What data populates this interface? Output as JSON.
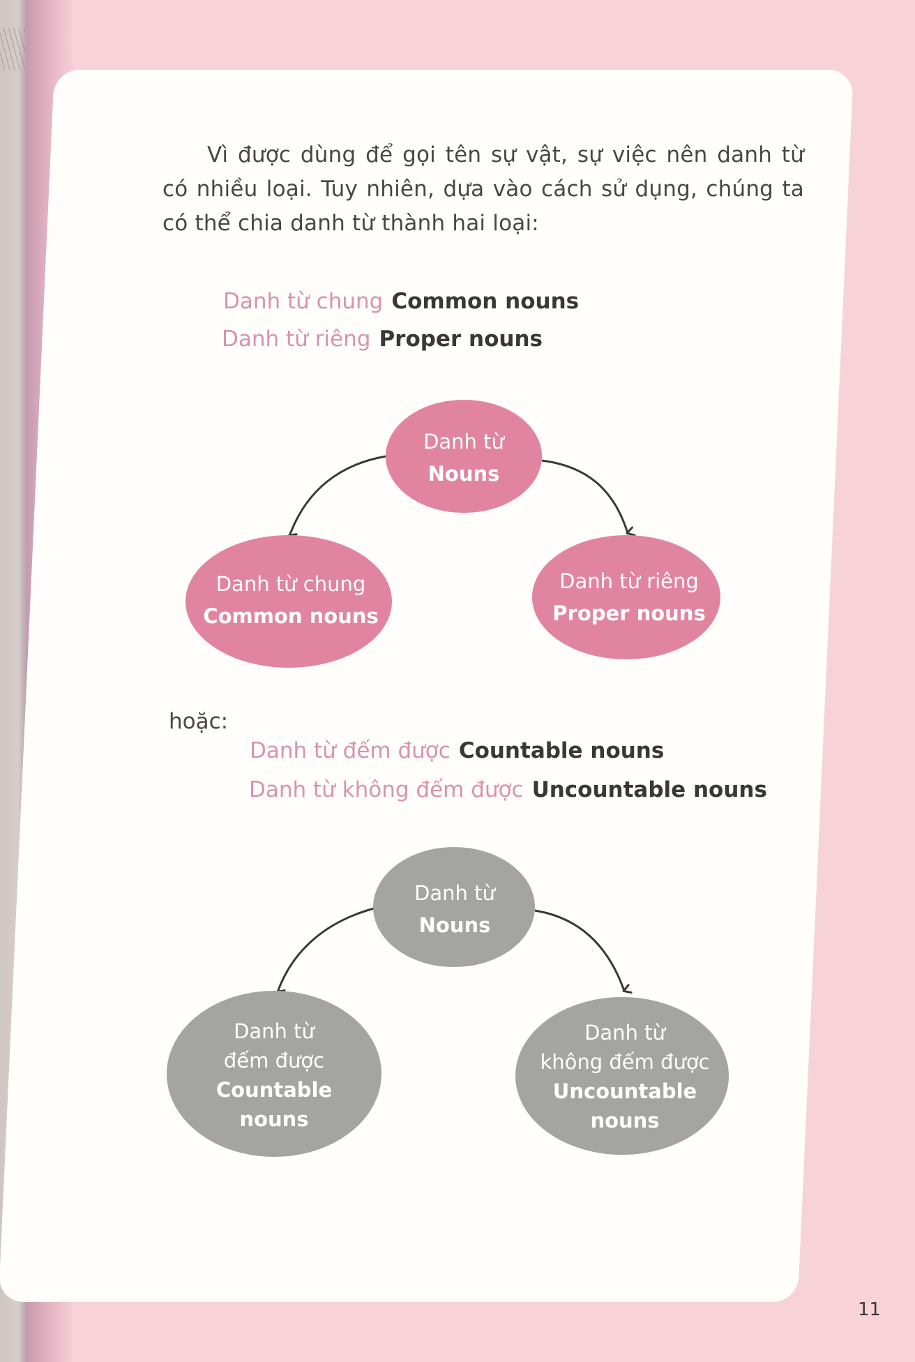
{
  "page": {
    "number": "11",
    "colors": {
      "background": "#f7d2d8",
      "card": "#fffefb",
      "pink_node": "#e1849f",
      "grey_node": "#a4a4a2",
      "vietnamese_accent_text": "#d893ad",
      "body_text": "#4a4642",
      "arrow": "#3a3835"
    }
  },
  "intro": {
    "paragraph": "Vì được dùng để gọi tên sự vật, sự việc nên danh từ có nhiều loại. Tuy nhiên, dựa vào cách sử dụng, chúng ta có thể chia danh từ thành hai loại:"
  },
  "classification_1": {
    "pairs": [
      {
        "vi": "Danh từ chung",
        "en": "Common nouns"
      },
      {
        "vi": "Danh từ riêng",
        "en": "Proper nouns"
      }
    ],
    "diagram": {
      "root": {
        "vi": "Danh từ",
        "en": "Nouns"
      },
      "left": {
        "vi": "Danh từ chung",
        "en": "Common nouns"
      },
      "right": {
        "vi": "Danh từ riêng",
        "en": "Proper nouns"
      }
    }
  },
  "or_label": "hoặc:",
  "classification_2": {
    "pairs": [
      {
        "vi": "Danh từ đếm được",
        "en": "Countable nouns"
      },
      {
        "vi": "Danh từ không đếm được",
        "en": "Uncountable nouns"
      }
    ],
    "diagram": {
      "root": {
        "vi": "Danh từ",
        "en": "Nouns"
      },
      "left": {
        "vi1": "Danh từ",
        "vi2": "đếm được",
        "en1": "Countable",
        "en2": "nouns"
      },
      "right": {
        "vi1": "Danh từ",
        "vi2": "không đếm được",
        "en1": "Uncountable",
        "en2": "nouns"
      }
    }
  }
}
